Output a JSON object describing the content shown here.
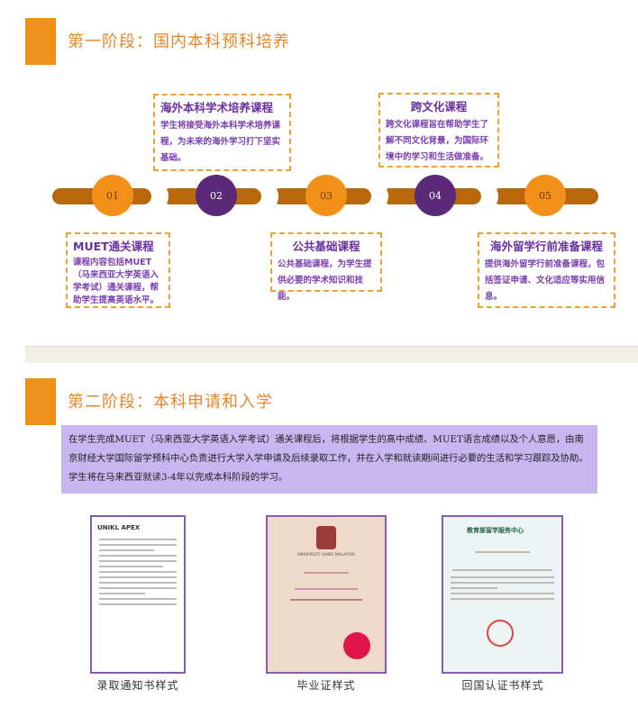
{
  "stage1": {
    "title": "第一阶段：国内本科预科培养"
  },
  "timeline": [
    {
      "num": "01",
      "title": "MUET通关课程",
      "desc": "课程内容包括MUET（马来西亚大学英语入学考试）通关课程，帮助学生提高英语水平。"
    },
    {
      "num": "02",
      "title": "海外本科学术培养课程",
      "desc": "学生将接受海外本科学术培养课程，为未来的海外学习打下坚实基础。"
    },
    {
      "num": "03",
      "title": "公共基础课程",
      "desc": "公共基础课程，为学生提供必要的学术知识和技能。"
    },
    {
      "num": "04",
      "title": "跨文化课程",
      "desc": "跨文化课程旨在帮助学生了解不同文化背景，为国际环境中的学习和生活做准备。"
    },
    {
      "num": "05",
      "title": "海外留学行前准备课程",
      "desc": "提供海外留学行前准备课程，包括签证申请、文化适应等实用信息。"
    }
  ],
  "stage2": {
    "title": "第二阶段：本科申请和入学",
    "paragraph": "在学生完成MUET（马来西亚大学英语入学考试）通关课程后，将根据学生的高中成绩、MUET语言成绩以及个人意愿，由南京财经大学国际留学预科中心负责进行大学入学申请及后续录取工作，并在入学和就读期间进行必要的生活和学习跟踪及协助。学生将在马来西亚就读3-4年以完成本科阶段的学习。"
  },
  "documents": [
    {
      "caption": "录取通知书样式",
      "logo_text": "UNIKL APEX"
    },
    {
      "caption": "毕业证样式",
      "logo_text": "UNIVERSITI SAINS MALAYSIA"
    },
    {
      "caption": "回国认证书样式",
      "logo_text": "教育部留学服务中心"
    }
  ],
  "colors": {
    "orange": "#f39019",
    "purple": "#5a2a78",
    "bar": "#b8680a",
    "para_bg": "#c7b6f0"
  }
}
